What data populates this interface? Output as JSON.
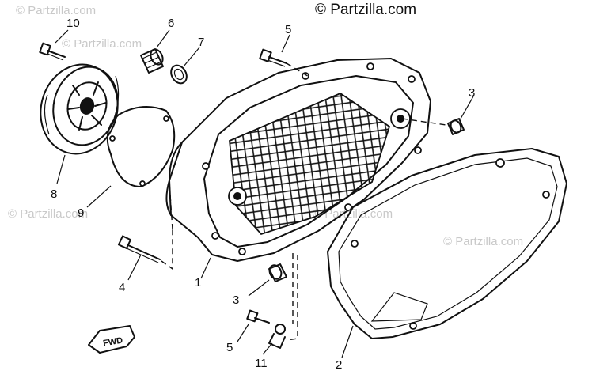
{
  "copyright": "© Partzilla.com",
  "watermark": "© Partzilla.com",
  "direction_label": "FWD",
  "callouts": {
    "c1": "1",
    "c2": "2",
    "c3a": "3",
    "c3b": "3",
    "c4": "4",
    "c5a": "5",
    "c5b": "5",
    "c6": "6",
    "c7": "7",
    "c8": "8",
    "c9": "9",
    "c10": "10",
    "c11": "11"
  },
  "colors": {
    "ink": "#111111",
    "watermark": "#c9c9c9",
    "background": "#ffffff"
  }
}
